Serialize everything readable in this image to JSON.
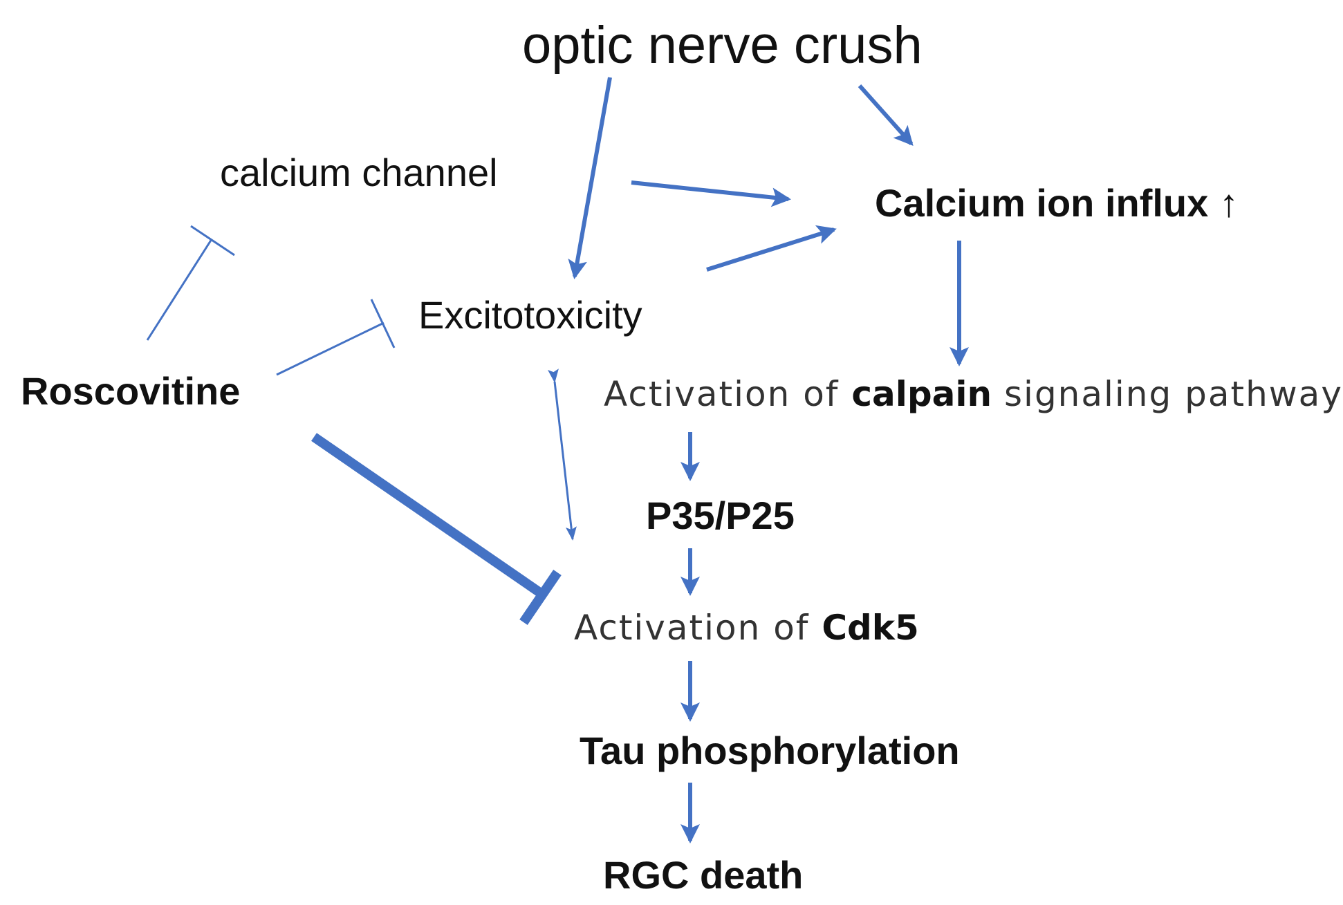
{
  "nodes": {
    "optic_nerve_crush": "optic nerve crush",
    "calcium_channel": "calcium channel",
    "calcium_influx": "Calcium ion influx ↑",
    "excitotoxicity": "Excitotoxicity",
    "roscovitine": "Roscovitine",
    "calpain": {
      "prefix": "Activation of ",
      "bold": "calpain",
      "suffix": " signaling pathway"
    },
    "p35_p25": "P35/P25",
    "cdk5": {
      "prefix": "Activation of ",
      "bold": "Cdk5"
    },
    "tau": "Tau phosphorylation",
    "rgc_death": "RGC death"
  },
  "edges": [
    {
      "from": "optic_nerve_crush",
      "to": "excitotoxicity",
      "type": "activation"
    },
    {
      "from": "optic_nerve_crush",
      "to": "calcium_influx",
      "type": "activation"
    },
    {
      "from": "calcium_channel",
      "to": "calcium_influx",
      "type": "activation"
    },
    {
      "from": "excitotoxicity",
      "to": "calcium_influx",
      "type": "activation"
    },
    {
      "from": "calcium_influx",
      "to": "calpain",
      "type": "activation"
    },
    {
      "from": "calpain",
      "to": "p35_p25",
      "type": "activation"
    },
    {
      "from": "p35_p25",
      "to": "cdk5",
      "type": "activation"
    },
    {
      "from": "cdk5",
      "to": "tau",
      "type": "activation"
    },
    {
      "from": "tau",
      "to": "rgc_death",
      "type": "activation"
    },
    {
      "from": "excitotoxicity",
      "to": "cdk5",
      "type": "bidirectional"
    },
    {
      "from": "roscovitine",
      "to": "calcium_channel",
      "type": "inhibition"
    },
    {
      "from": "roscovitine",
      "to": "excitotoxicity",
      "type": "inhibition"
    },
    {
      "from": "roscovitine",
      "to": "cdk5",
      "type": "inhibition-strong"
    }
  ],
  "colors": {
    "arrow": "#4472C4",
    "text": "#111111"
  }
}
